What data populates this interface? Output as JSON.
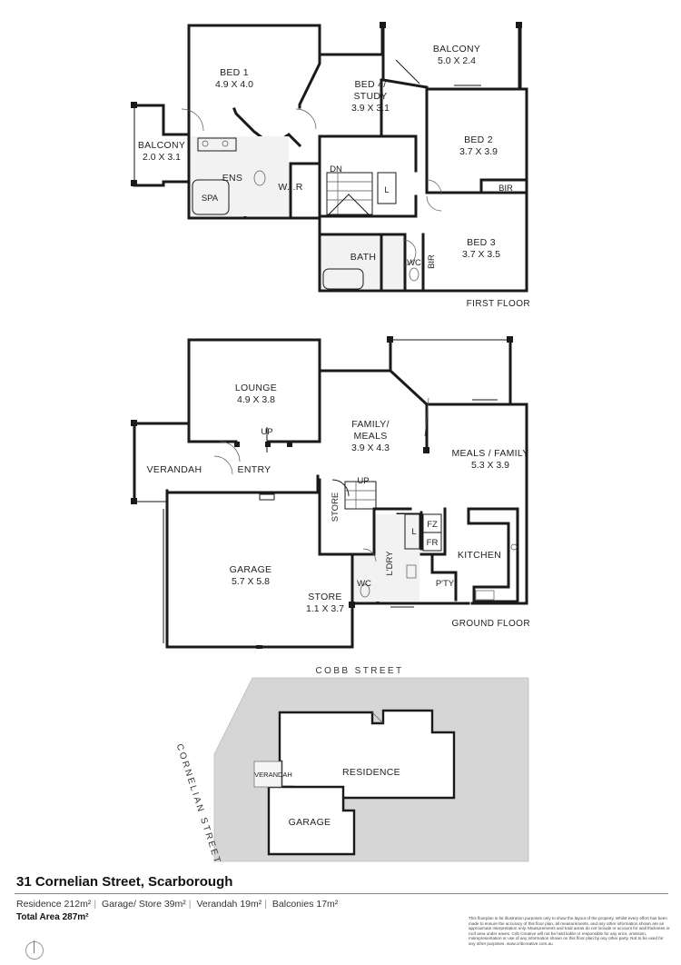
{
  "first_floor": {
    "label": "FIRST FLOOR",
    "rooms": {
      "bed1": {
        "name": "BED 1",
        "dim": "4.9 X 4.0"
      },
      "balcony_top": {
        "name": "BALCONY",
        "dim": "5.0 X 2.4"
      },
      "bed4": {
        "name1": "BED 4/",
        "name2": "STUDY",
        "dim": "3.9 X 3.1"
      },
      "bed2": {
        "name": "BED 2",
        "dim": "3.7 X 3.9"
      },
      "balcony_left": {
        "name": "BALCONY",
        "dim": "2.0 X 3.1"
      },
      "ens": "ENS",
      "spa": "SPA",
      "wir": "W.I.R",
      "dn": "DN",
      "linen": "L",
      "bir_top": "BIR",
      "bed3": {
        "name": "BED 3",
        "dim": "3.7 X 3.5"
      },
      "bath": "BATH",
      "wc": "WC",
      "bir_side": "BIR"
    }
  },
  "ground_floor": {
    "label": "GROUND FLOOR",
    "rooms": {
      "lounge": {
        "name": "LOUNGE",
        "dim": "4.9 X 3.8"
      },
      "up_lounge": "UP",
      "family": {
        "name1": "FAMILY/",
        "name2": "MEALS",
        "dim": "3.9 X 4.3"
      },
      "meals": {
        "name": "MEALS / FAMILY",
        "dim": "5.3 X 3.9"
      },
      "verandah": "VERANDAH",
      "entry": "ENTRY",
      "up_stair": "UP",
      "store_v": "STORE",
      "linen": "L",
      "fz": "FZ",
      "fr": "FR",
      "laundry": "L'DRY",
      "kitchen": "KITCHEN",
      "garage": {
        "name": "GARAGE",
        "dim": "5.7 X 5.8"
      },
      "wc": "WC",
      "pantry": "P'TY",
      "store": {
        "name": "STORE",
        "dim": "1.1 X 3.7"
      }
    }
  },
  "site": {
    "street_top": "COBB STREET",
    "street_side": "CORNELIAN STREET",
    "residence": "RESIDENCE",
    "verandah": "VERANDAH",
    "garage": "GARAGE"
  },
  "footer": {
    "address": "31 Cornelian Street, Scarborough",
    "areas": [
      {
        "label": "Residence",
        "value": "212m²"
      },
      {
        "label": "Garage/ Store",
        "value": "39m²"
      },
      {
        "label": "Verandah",
        "value": "19m²"
      },
      {
        "label": "Balconies",
        "value": "17m²"
      }
    ],
    "total_label": "Total Area",
    "total_value": "287m²",
    "disclaimer": "This floorplan is for illustration purposes only to show the layout of the property. Whilst every effort has been made to ensure the accuracy of this floor plan, all measurements, and any other information shown are an approximate interpretation only. Measurements and total areas do not include or account for wall thickness or roof area under eaves. Crib Creative will not be held liable or responsible for any error, omission, misrepresentation or use of any information shown on this floor plan by any other party. Not to be used for any other purposes. www.cribcreative.com.au"
  },
  "colors": {
    "wall": "#1a1a1a",
    "site_fill": "#d6d6d6",
    "footprint": "#ffffff"
  }
}
